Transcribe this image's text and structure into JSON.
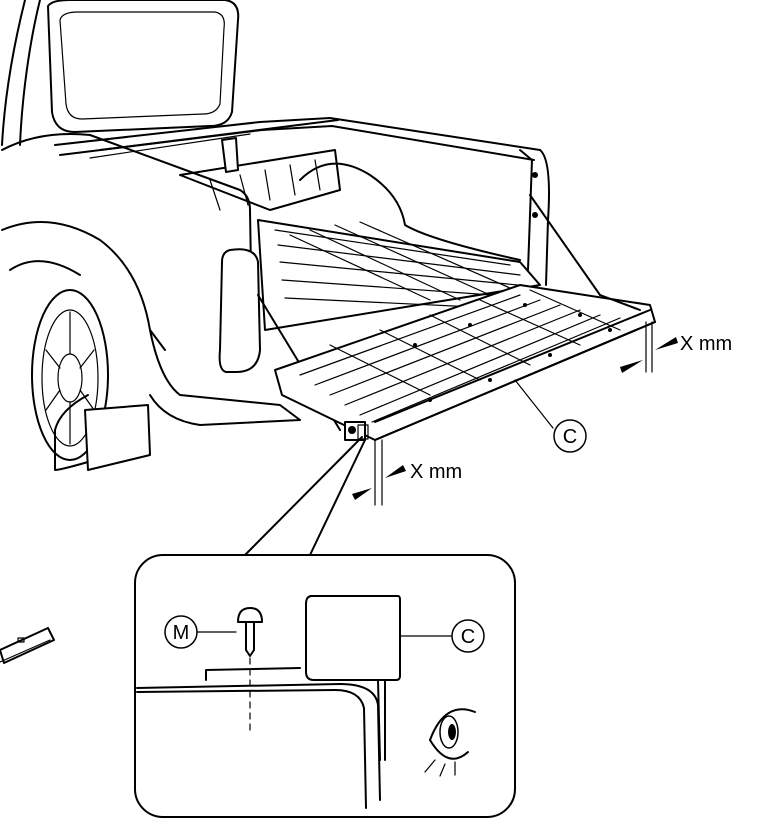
{
  "callouts": {
    "gap_right": "X mm",
    "gap_left": "X mm",
    "tailgate": "C",
    "detail_tailgate": "C",
    "detail_pin": "M"
  }
}
